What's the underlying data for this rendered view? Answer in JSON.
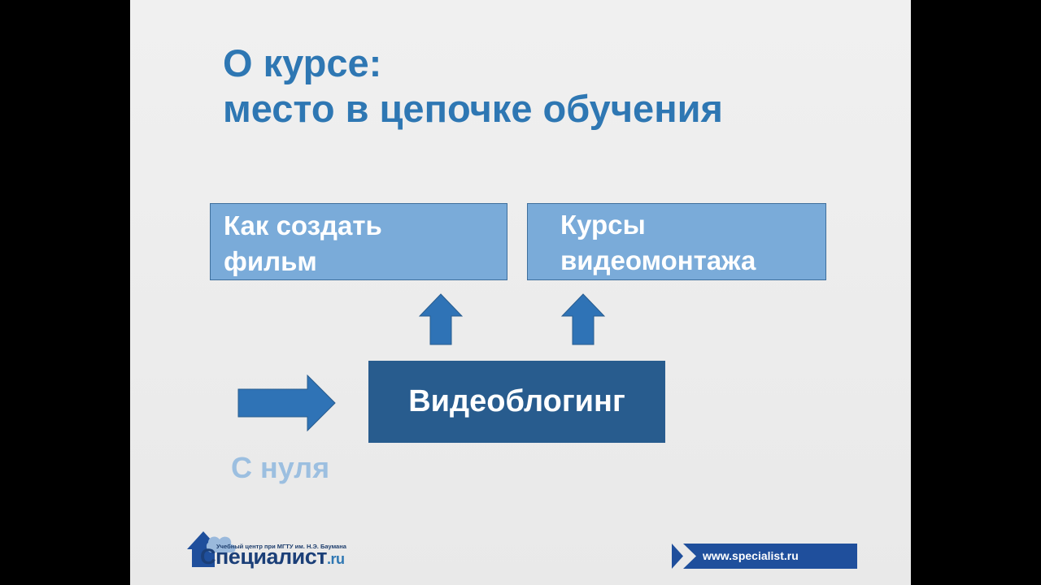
{
  "slide": {
    "title_lines": [
      "О курсе:",
      "место в цепочке обучения"
    ],
    "boxes": [
      {
        "lines": [
          "Как создать",
          "фильм"
        ]
      },
      {
        "lines": [
          "Курсы",
          "видеомонтажа"
        ]
      }
    ],
    "main_box": "Видеоблогинг",
    "start_label": "С нуля"
  },
  "footer": {
    "logo_subtitle": "Учебный центр при МГТУ им. Н.Э. Баумана",
    "logo_name": "Специалист",
    "logo_suffix": ".ru",
    "url": "www.specialist.ru"
  },
  "colors": {
    "title": "#2e77b3",
    "box_light": "#7aabd9",
    "box_dark": "#285c8e",
    "arrow": "#2f73b6",
    "start_label": "#9cbfe0",
    "url_bar": "#1f4f9c"
  }
}
